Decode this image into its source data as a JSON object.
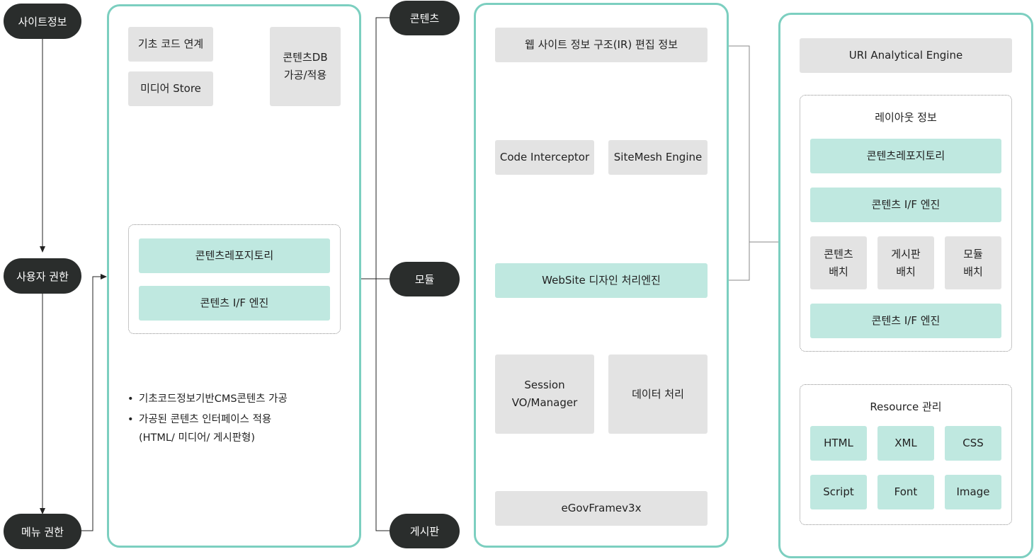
{
  "left_column": {
    "site_info": "사이트정보",
    "user_permission": "사용자 권한",
    "menu_permission": "메뉴 권한"
  },
  "panel1": {
    "base_code_link": "기초 코드 연계",
    "media_store": "미디어 Store",
    "content_db": "콘텐츠DB\n가공/적용",
    "content_repository": "콘텐츠레포지토리",
    "content_if_engine": "콘텐츠 I/F 엔진",
    "bullets": [
      "기초코드정보기반CMS콘텐츠 가공",
      "가공된 콘텐츠 인터페이스 적용\n(HTML/ 미디어/ 게시판형)"
    ]
  },
  "middle_column": {
    "contents": "콘텐츠",
    "module": "모듈",
    "board": "게시판"
  },
  "panel2": {
    "website_structure": "웹 사이트 정보 구조(IR) 편집 정보",
    "code_interceptor": "Code Interceptor",
    "sitemesh_engine": "SiteMesh Engine",
    "website_design_engine": "WebSite 디자인 처리엔진",
    "session_manager": "Session\nVO/Manager",
    "data_processing": "데이터 처리",
    "egov": "eGovFramev3x"
  },
  "panel3": {
    "uri_engine": "URI Analytical Engine",
    "layout_info": "레이아웃 정보",
    "content_repository": "콘텐츠레포지토리",
    "content_if_engine_1": "콘텐츠 I/F 엔진",
    "placements": [
      "콘텐츠\n배치",
      "게시판\n배치",
      "모듈\n배치"
    ],
    "content_if_engine_2": "콘텐츠 I/F 엔진",
    "resource_title": "Resource 관리",
    "resources": [
      "HTML",
      "XML",
      "CSS",
      "Script",
      "Font",
      "Image"
    ]
  },
  "colors": {
    "accent": "#7ccfc0",
    "teal_box": "#bfe8e0",
    "gray_box": "#e3e3e3",
    "pill": "#2a2d2c"
  }
}
